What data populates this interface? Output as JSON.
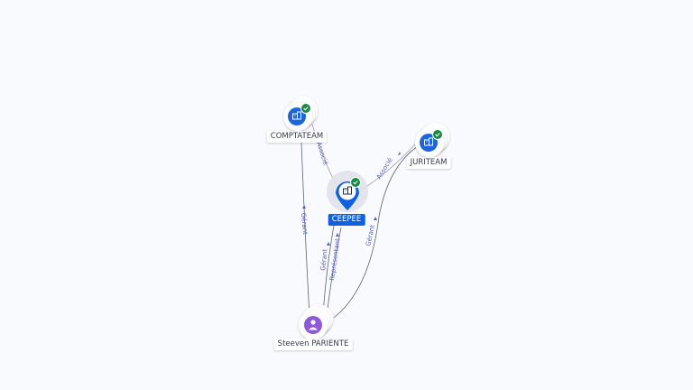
{
  "colors": {
    "company": "#1d65d8",
    "focus": "#0f62de",
    "person": "#8e5ad8",
    "verified": "#1a8a44",
    "edge_label": "#5b5fc7"
  },
  "nodes": {
    "comptateam": {
      "label": "COMPTATEAM",
      "type": "company",
      "icon": "building-icon",
      "verified": true
    },
    "ceepee": {
      "label": "CEEPEE",
      "type": "company",
      "icon": "building-icon",
      "verified": true,
      "focus": true
    },
    "juriteam": {
      "label": "JURITEAM",
      "type": "company",
      "icon": "building-icon",
      "verified": true
    },
    "person": {
      "label": "Steeven PARIENTE",
      "type": "person",
      "icon": "person-icon"
    }
  },
  "edges": {
    "comptateam_ceepee": "Associé",
    "ceepee_juriteam": "Associé",
    "person_comptateam": "Gérant",
    "person_ceepee_1": "Gérant",
    "person_ceepee_2": "Représentant",
    "person_juriteam": "Gérant"
  }
}
